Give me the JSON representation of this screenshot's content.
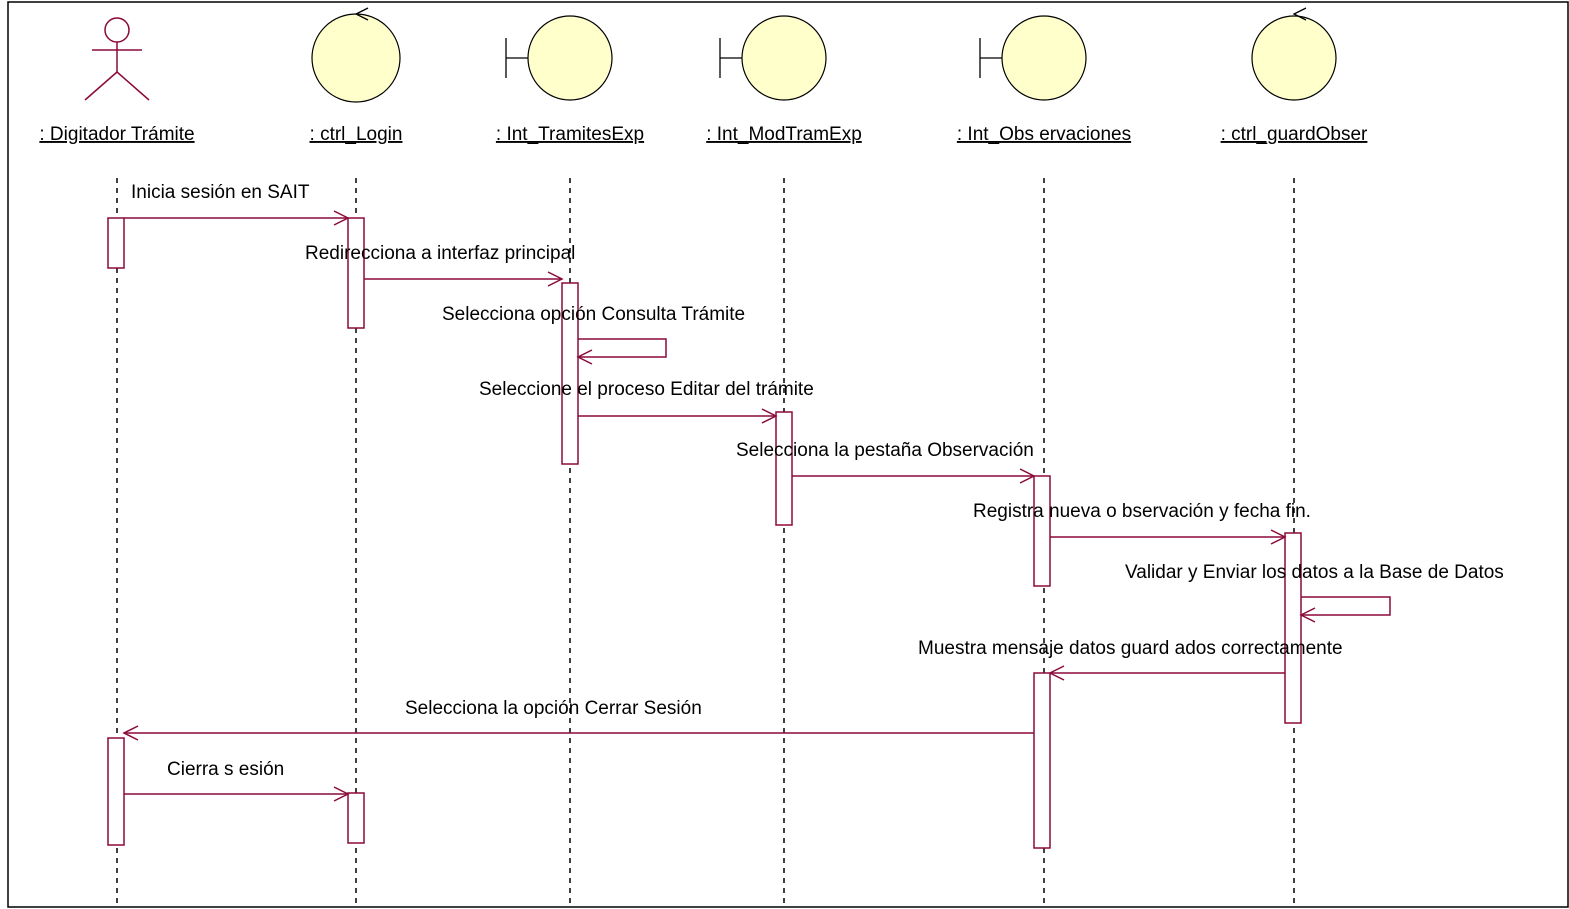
{
  "lifelines": [
    {
      "id": "digitador",
      "kind": "actor",
      "label": ": Digitador Trámite"
    },
    {
      "id": "login",
      "kind": "control",
      "label": ": ctrl_Login"
    },
    {
      "id": "tramites",
      "kind": "boundary",
      "label": ": Int_TramitesExp"
    },
    {
      "id": "modtram",
      "kind": "boundary",
      "label": ": Int_ModTramExp"
    },
    {
      "id": "obs",
      "kind": "boundary",
      "label": ": Int_Obs ervaciones"
    },
    {
      "id": "guard",
      "kind": "control",
      "label": ": ctrl_guardObser"
    }
  ],
  "messages": [
    {
      "from": "digitador",
      "to": "login",
      "label": "Inicia sesión en SAIT"
    },
    {
      "from": "login",
      "to": "tramites",
      "label": "Redirecciona a interfaz principal"
    },
    {
      "from": "tramites",
      "to": "tramites",
      "label": "Selecciona opción Consulta Trámite"
    },
    {
      "from": "tramites",
      "to": "modtram",
      "label": "Seleccione el proceso Editar del trámite"
    },
    {
      "from": "modtram",
      "to": "obs",
      "label": "Selecciona la pestaña Observación"
    },
    {
      "from": "obs",
      "to": "guard",
      "label": "Registra nueva o bservación y fecha fin."
    },
    {
      "from": "guard",
      "to": "guard",
      "label": "Validar y Enviar los datos a la Base de Datos"
    },
    {
      "from": "guard",
      "to": "obs",
      "label": "Muestra mensaje datos guard ados correctamente"
    },
    {
      "from": "obs",
      "to": "digitador",
      "label": "Selecciona la opción Cerrar Sesión"
    },
    {
      "from": "digitador",
      "to": "login",
      "label": "Cierra s esión"
    }
  ],
  "colors": {
    "line": "#8b0a3a",
    "entity_fill": "#ffffcc"
  }
}
